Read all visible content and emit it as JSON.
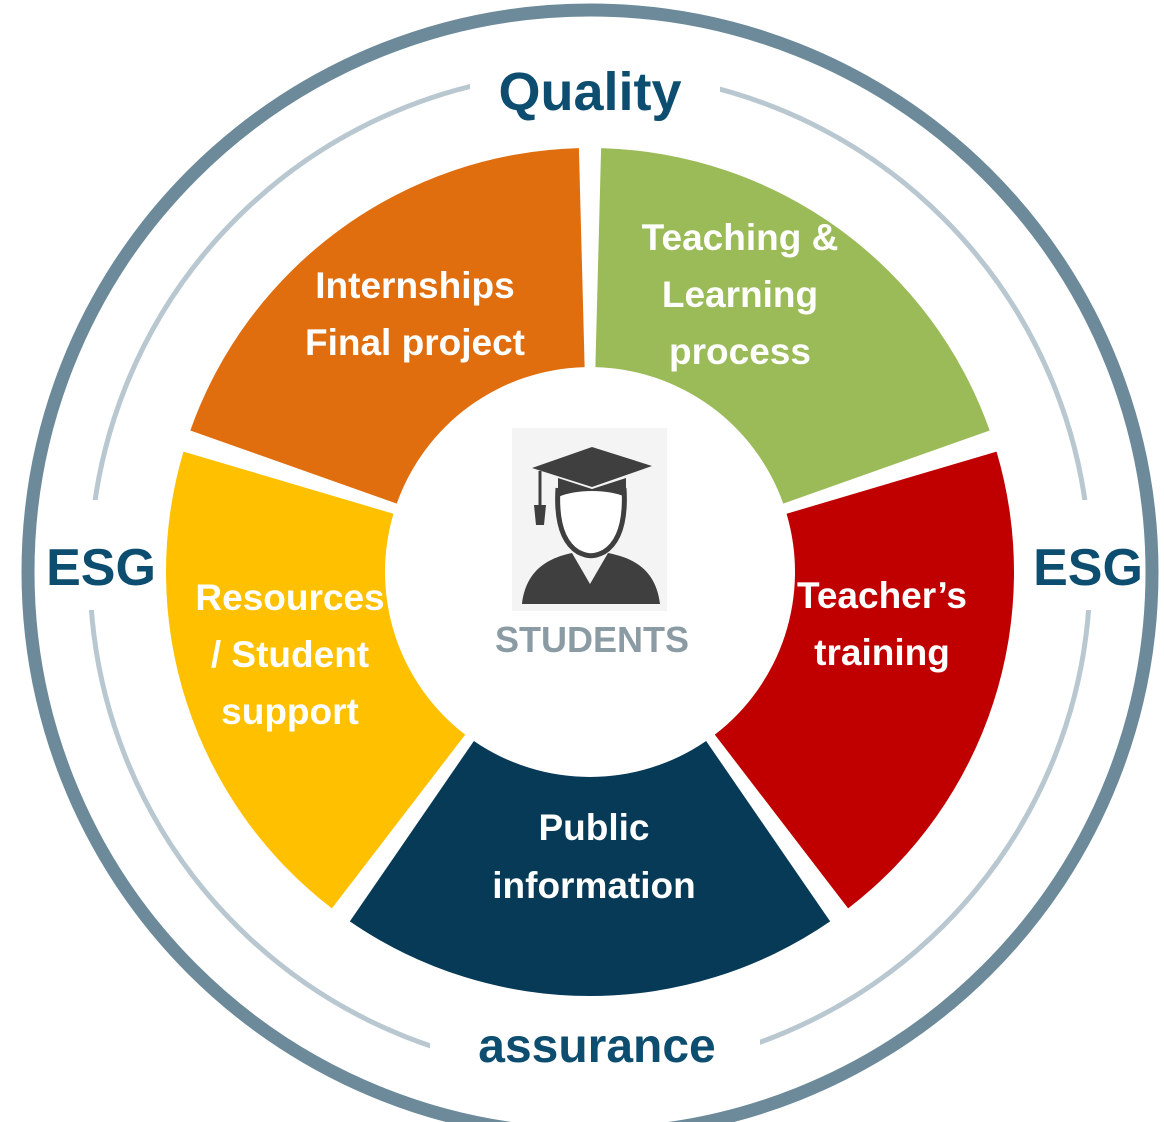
{
  "ring": {
    "top_label": "Quality",
    "bottom_label": "assurance",
    "left_label": "ESG",
    "right_label": "ESG",
    "label_color": "#0d4d6f",
    "outer_ring_color": "#6c8a9a",
    "inner_ring_color": "#b9c8d0"
  },
  "center": {
    "label": "STUDENTS",
    "label_color": "#8b9ba3",
    "icon": "graduate-student-icon"
  },
  "segments": [
    {
      "id": "internships",
      "lines": [
        "Internships",
        "Final project"
      ],
      "color": "#e06d0e"
    },
    {
      "id": "teaching",
      "lines": [
        "Teaching &",
        "Learning",
        "process"
      ],
      "color": "#9bbb59"
    },
    {
      "id": "teacher-training",
      "lines": [
        "Teacher’s",
        "training"
      ],
      "color": "#c00000"
    },
    {
      "id": "public-info",
      "lines": [
        "Public",
        "information"
      ],
      "color": "#073a56"
    },
    {
      "id": "resources",
      "lines": [
        "Resources",
        "/ Student",
        "support"
      ],
      "color": "#ffc000"
    }
  ]
}
